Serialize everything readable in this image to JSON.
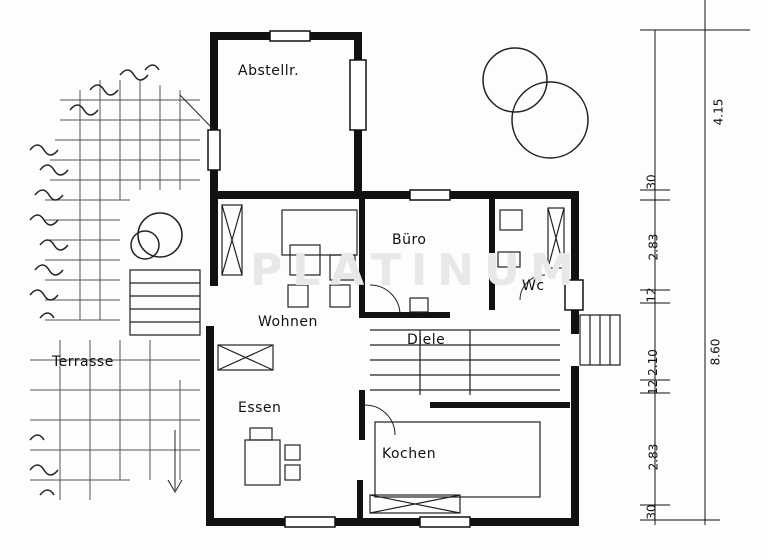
{
  "rooms": {
    "abstellr": "Abstellr.",
    "buero": "Büro",
    "wc": "Wc",
    "wohnen": "Wohnen",
    "diele": "Diele",
    "terrasse": "Terrasse",
    "essen": "Essen",
    "kochen": "Kochen"
  },
  "dimensions": {
    "d_415": "4.15",
    "d_860": "8.60",
    "d_30_top": "30",
    "d_283_top": "2.83",
    "d_12_a": "12",
    "d_12_210": "12 2.10",
    "d_283_bottom": "2.83",
    "d_30_bottom": "30"
  },
  "watermark": "PLATINUM"
}
